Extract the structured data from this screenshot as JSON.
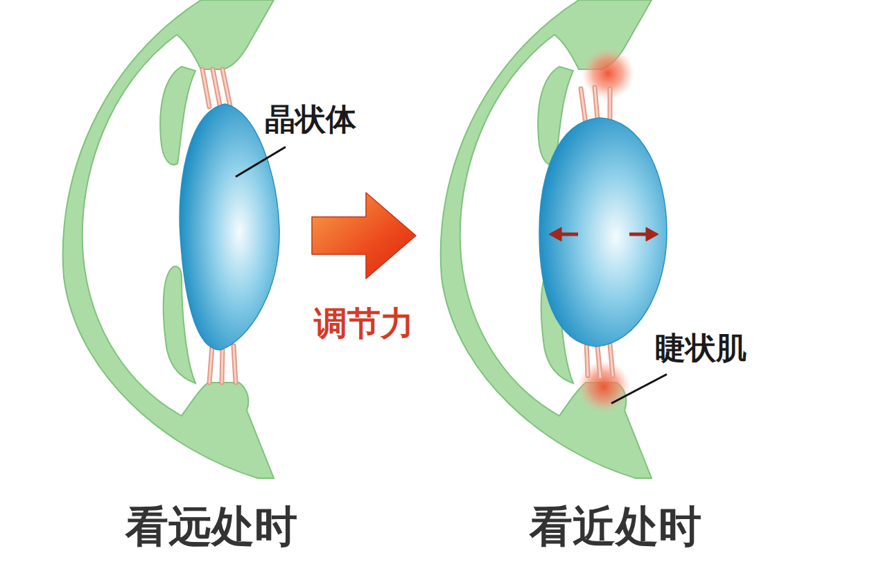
{
  "diagram": {
    "nodes": [
      {
        "text": [
          "看远处时"
        ]
      },
      {
        "text": [
          "看近处时"
        ]
      }
    ],
    "edges": [
      {
        "from": 0,
        "to": 1,
        "arrow": "to",
        "label": "调节力"
      }
    ],
    "labels": [
      "晶状体",
      "睫状肌"
    ]
  }
}
